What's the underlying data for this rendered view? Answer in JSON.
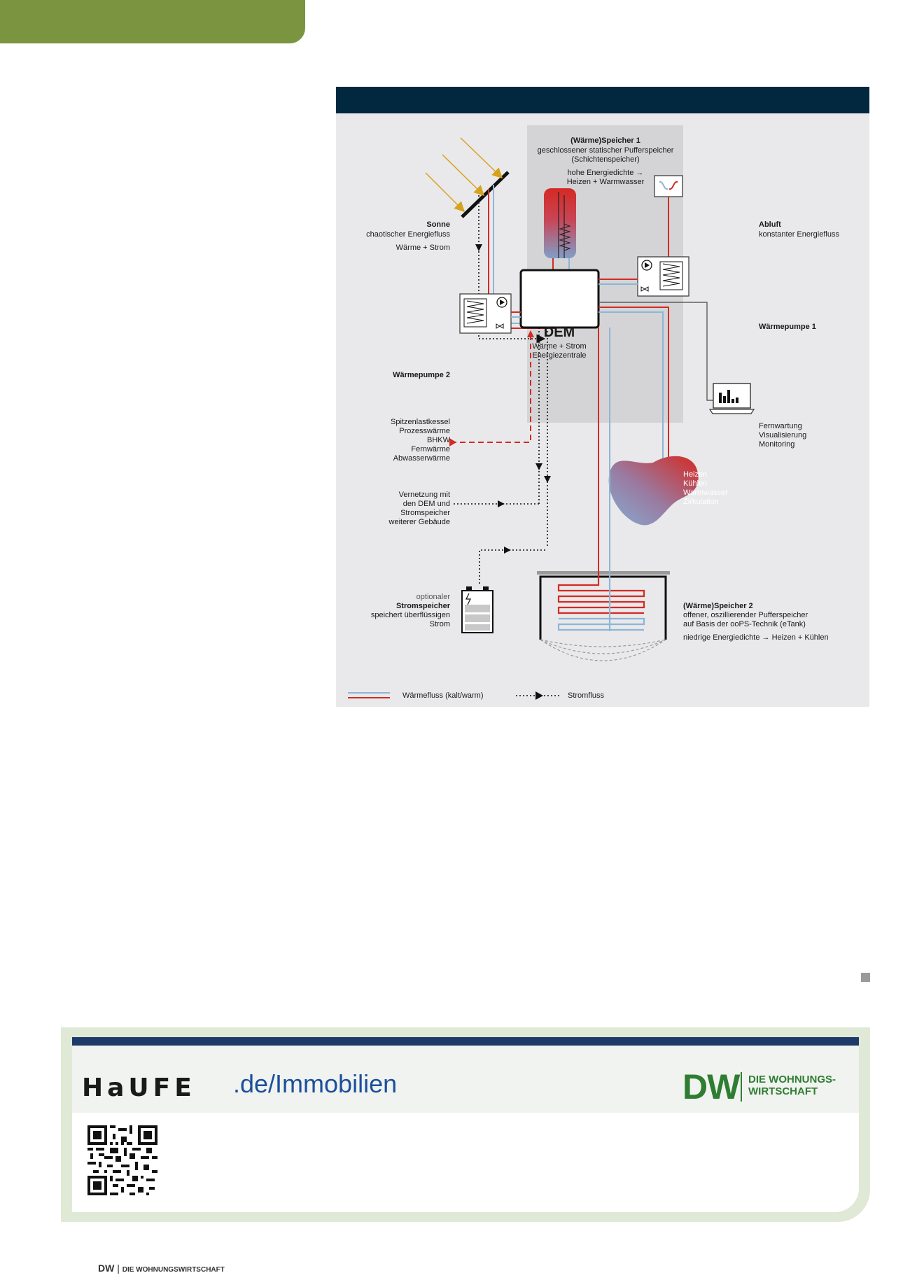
{
  "diagram": {
    "speicher1": {
      "title": "(Wärme)Speicher 1",
      "line1": "geschlossener statischer Pufferspeicher",
      "line2": "(Schichtenspeicher)",
      "line3": "hohe Energiedichte →",
      "line4": "Heizen + Warmwasser"
    },
    "sonne": {
      "title": "Sonne",
      "line1": "chaotischer Energiefluss",
      "line2": "Wärme + Strom"
    },
    "abluft": {
      "title": "Abluft",
      "line1": "konstanter Energiefluss"
    },
    "waermepumpe1": "Wärmepumpe 1",
    "waermepumpe2": "Wärmepumpe 2",
    "dem": {
      "title": "DEM",
      "line1": "Wärme + Strom",
      "line2": "Energiezentrale"
    },
    "fernwartung": [
      "Fernwartung",
      "Visualisierung",
      "Monitoring"
    ],
    "verbraucher": [
      "Heizen",
      "Kühlen",
      "Warmwasser",
      "Zirkulation"
    ],
    "extern": [
      "Spitzenlastkessel",
      "Prozesswärme",
      "BHKW",
      "Fernwärme",
      "Abwasserwärme"
    ],
    "vernetzung": [
      "Vernetzung mit",
      "den DEM und",
      "Stromspeicher",
      "weiterer Gebäude"
    ],
    "stromspeicher": {
      "line0": "optionaler",
      "title": "Stromspeicher",
      "line1": "speichert überflüssigen",
      "line2": "Strom"
    },
    "speicher2": {
      "title": "(Wärme)Speicher 2",
      "line1": "offener, oszillierender Pufferspeicher",
      "line2": "auf Basis der ooPS-Technik (eTank)",
      "line3": "niedrige Energiedichte → Heizen + Kühlen"
    },
    "legend": {
      "waermefluss": "Wärmefluss (kalt/warm)",
      "stromfluss": "Stromfluss"
    },
    "colors": {
      "warm": "#d42a23",
      "kalt": "#8db5d6",
      "strom": "#111111",
      "header": "#02283f",
      "panel": "#d4d4d6"
    }
  },
  "ad": {
    "brand": "HaUFE",
    "domain": ".de/Immobilien",
    "logo": "DW",
    "logo_line1": "DIE WOHNUNGS-",
    "logo_line2": "WIRTSCHAFT"
  },
  "footer": {
    "logo": "DW",
    "text": "DIE WOHNUNGSWIRTSCHAFT"
  }
}
